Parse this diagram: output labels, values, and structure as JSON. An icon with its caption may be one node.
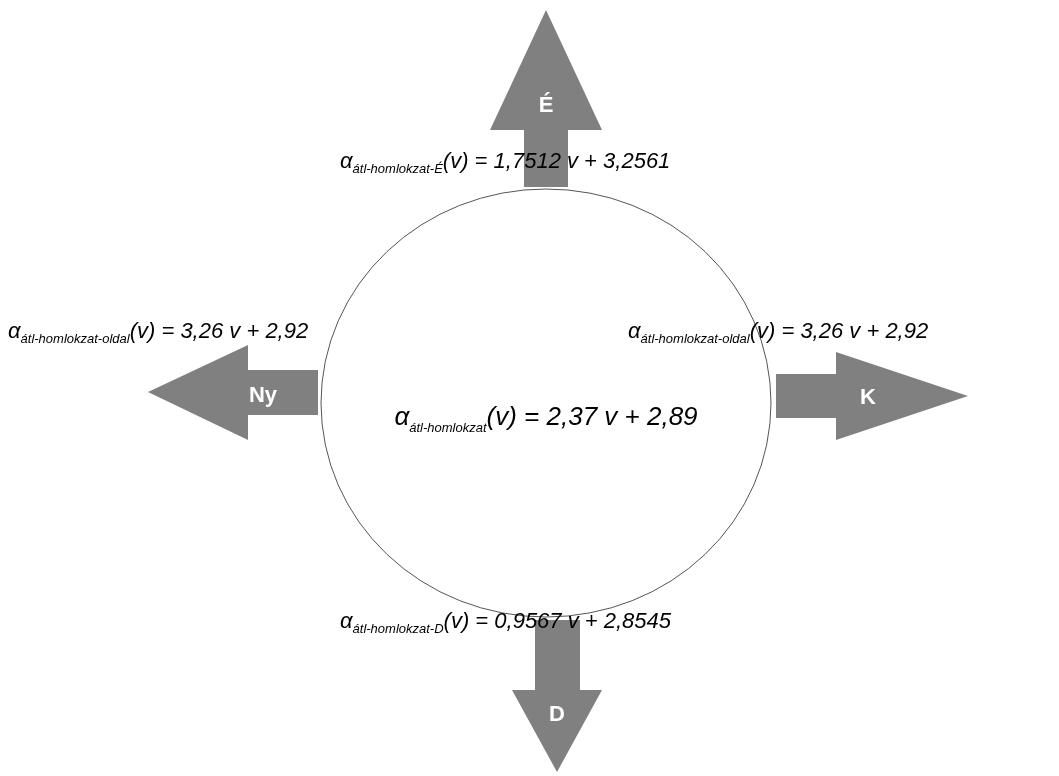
{
  "diagram": {
    "nodes": [
      {
        "text": [
          "É"
        ]
      },
      {
        "text": [
          "Ny"
        ]
      },
      {
        "text": [
          "α$_{átl-homlokzat}$(v) = 2,37 v + 2,89"
        ]
      },
      {
        "text": [
          "K"
        ]
      },
      {
        "text": [
          "D"
        ]
      }
    ],
    "labels": [
      "α$_{átl-homlokzat-É}$(v) = 1,7512 v + 3,2561",
      "α$_{átl-homlokzat-oldal}$(v) = 3,26 v + 2,92",
      "α$_{átl-homlokzat-oldal}$(v) = 3,26 v + 2,92",
      "α$_{átl-homlokzat-D}$(v) = 0,9567 v + 2,8545"
    ]
  }
}
